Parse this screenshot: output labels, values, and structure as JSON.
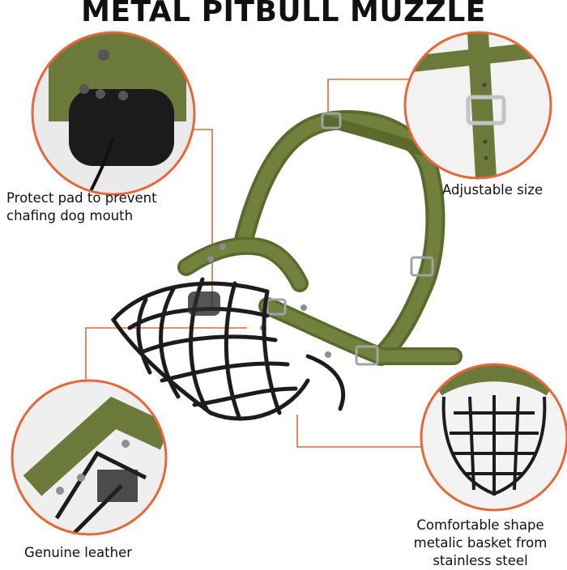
{
  "title": "METAL PITBULL MUZZLE",
  "callouts": {
    "pad": {
      "lines": [
        "Protect pad to prevent",
        "chafing dog mouth"
      ]
    },
    "adjustable": {
      "lines": [
        "Adjustable size"
      ]
    },
    "leather": {
      "lines": [
        "Genuine leather"
      ]
    },
    "basket": {
      "lines": [
        "Comfortable shape",
        "metalic basket from",
        "stainless steel"
      ]
    }
  },
  "colors": {
    "accent": "#e8673a",
    "strap": "#6b7a3a",
    "strap_dark": "#4f5c28",
    "metal": "#1c1c1c",
    "buckle": "#b5b8bb"
  }
}
